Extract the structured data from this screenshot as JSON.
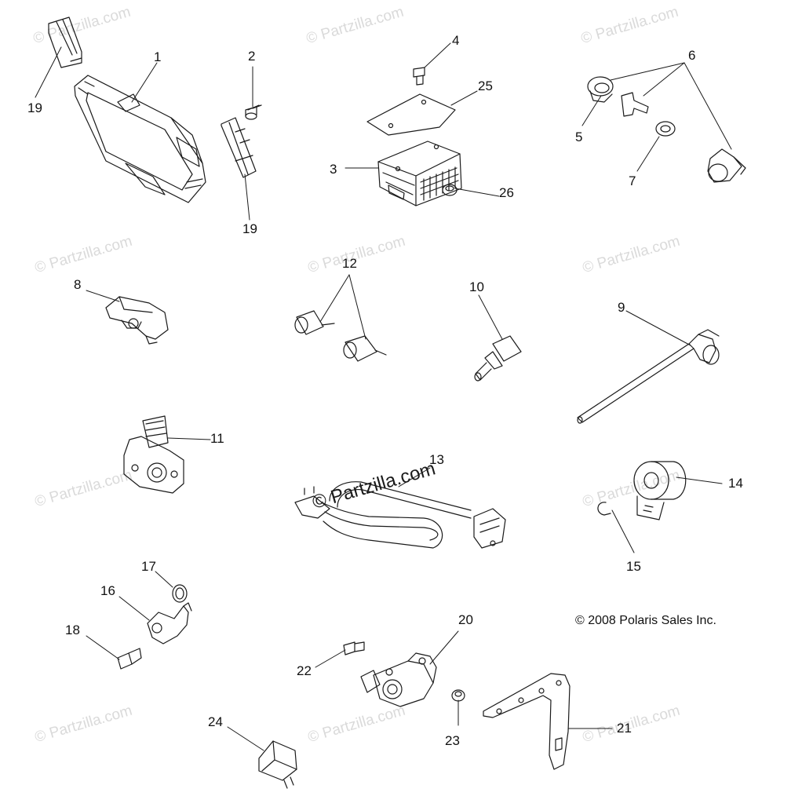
{
  "watermark": {
    "text": "© Partzilla.com"
  },
  "copyright": "© 2008 Polaris Sales Inc.",
  "callouts": {
    "c1": "1",
    "c2": "2",
    "c3": "3",
    "c4": "4",
    "c5": "5",
    "c6": "6",
    "c7": "7",
    "c8": "8",
    "c9": "9",
    "c10": "10",
    "c11": "11",
    "c12": "12",
    "c13": "13",
    "c14": "14",
    "c15": "15",
    "c16": "16",
    "c17": "17",
    "c18": "18",
    "c19a": "19",
    "c19b": "19",
    "c20": "20",
    "c21": "21",
    "c22": "22",
    "c23": "23",
    "c24": "24",
    "c25": "25",
    "c26": "26"
  }
}
